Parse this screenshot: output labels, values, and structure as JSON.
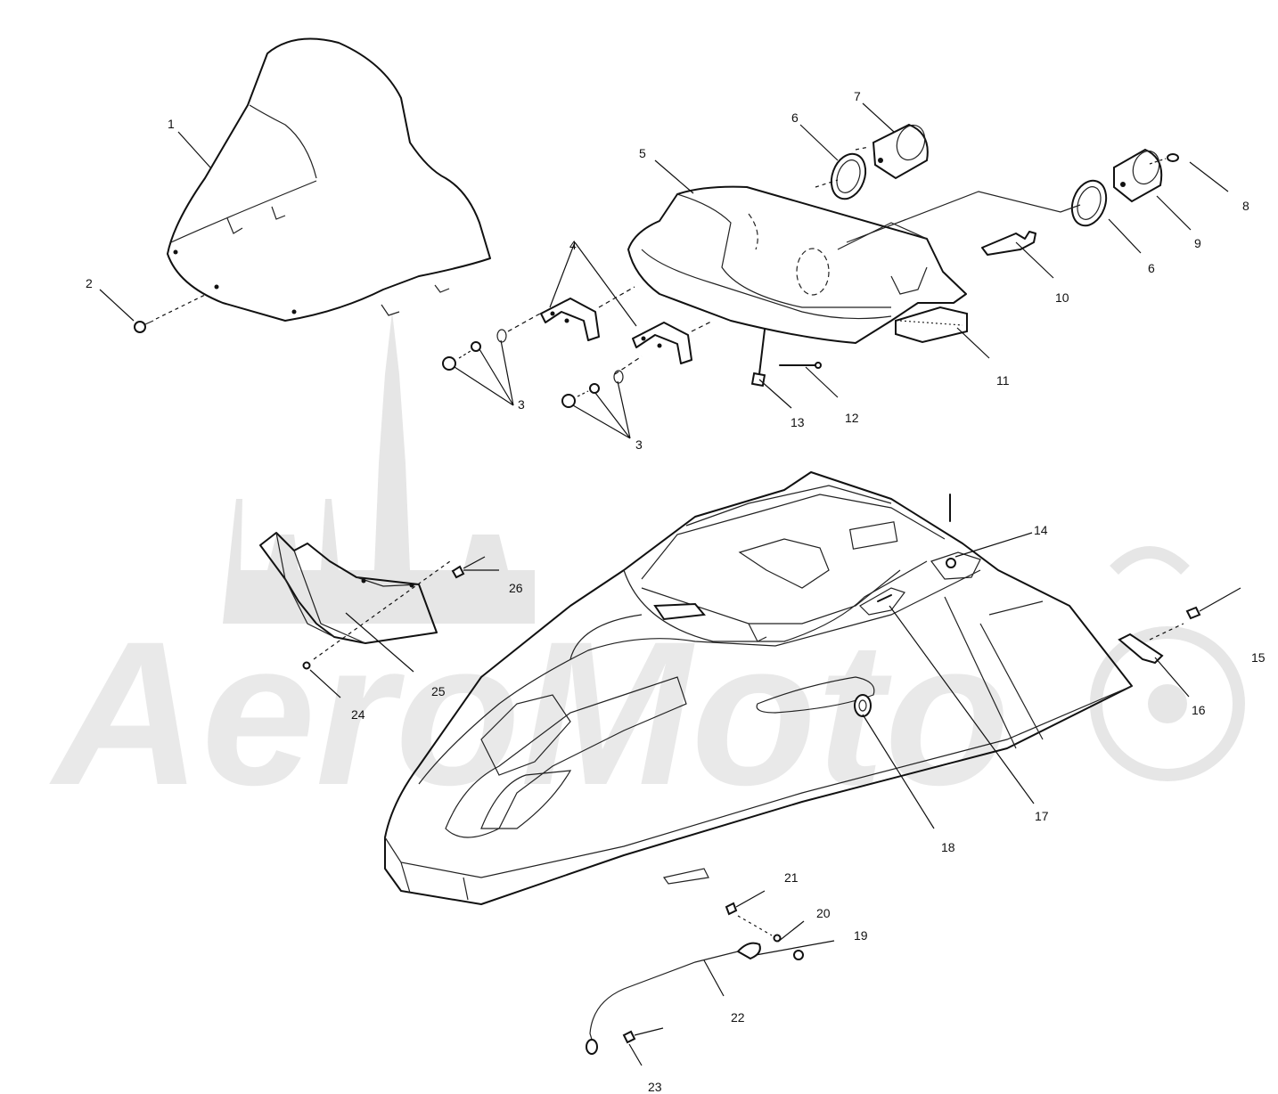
{
  "watermark": "AeroMoto",
  "callouts": [
    {
      "id": "c1",
      "label": "1"
    },
    {
      "id": "c2",
      "label": "2"
    },
    {
      "id": "c3a",
      "label": "3"
    },
    {
      "id": "c3b",
      "label": "3"
    },
    {
      "id": "c4",
      "label": "4"
    },
    {
      "id": "c5",
      "label": "5"
    },
    {
      "id": "c6a",
      "label": "6"
    },
    {
      "id": "c6b",
      "label": "6"
    },
    {
      "id": "c7",
      "label": "7"
    },
    {
      "id": "c8",
      "label": "8"
    },
    {
      "id": "c9",
      "label": "9"
    },
    {
      "id": "c10",
      "label": "10"
    },
    {
      "id": "c11",
      "label": "11"
    },
    {
      "id": "c12",
      "label": "12"
    },
    {
      "id": "c13",
      "label": "13"
    },
    {
      "id": "c14",
      "label": "14"
    },
    {
      "id": "c15",
      "label": "15"
    },
    {
      "id": "c16",
      "label": "16"
    },
    {
      "id": "c17",
      "label": "17"
    },
    {
      "id": "c18",
      "label": "18"
    },
    {
      "id": "c19",
      "label": "19"
    },
    {
      "id": "c20",
      "label": "20"
    },
    {
      "id": "c21",
      "label": "21"
    },
    {
      "id": "c22",
      "label": "22"
    },
    {
      "id": "c23",
      "label": "23"
    },
    {
      "id": "c24",
      "label": "24"
    },
    {
      "id": "c25",
      "label": "25"
    },
    {
      "id": "c26",
      "label": "26"
    }
  ]
}
